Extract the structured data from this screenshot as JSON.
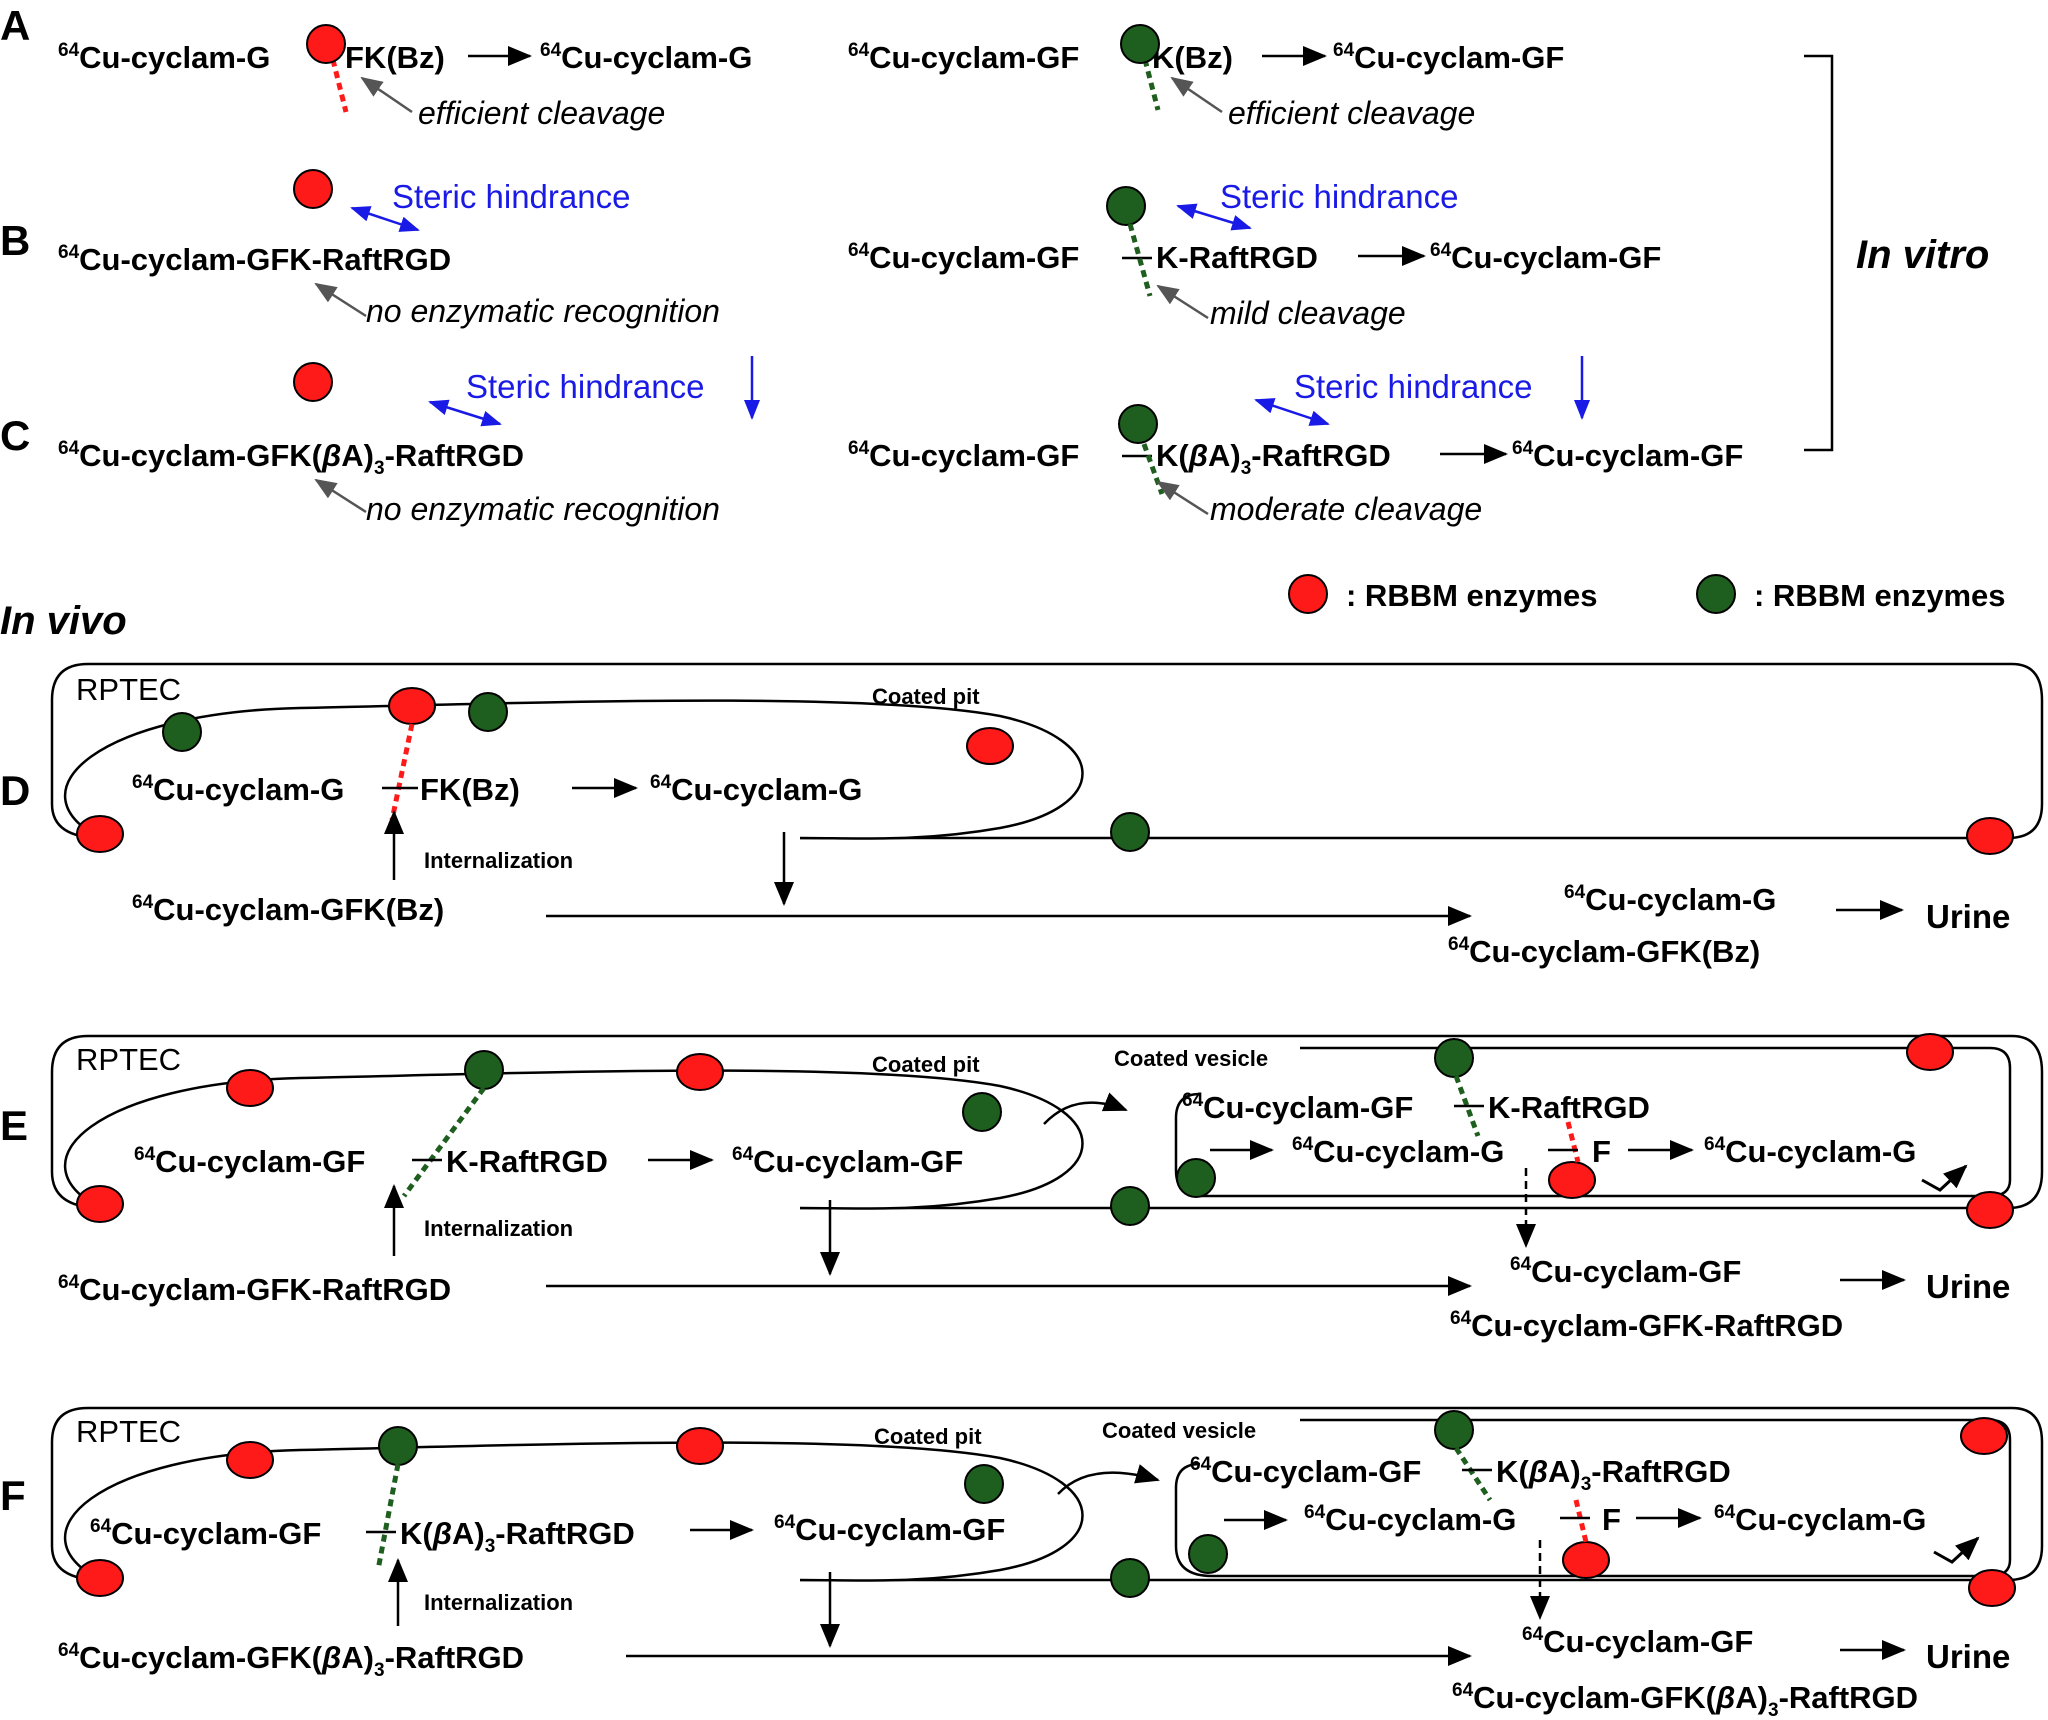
{
  "panels": {
    "A": "A",
    "B": "B",
    "C": "C",
    "D": "D",
    "E": "E",
    "F": "F"
  },
  "iso": "64",
  "cu": "Cu-cyclam-",
  "sub3": "3",
  "beta": "β",
  "sections": {
    "in_vitro": "In vitro",
    "in_vivo": "In vivo"
  },
  "notes": {
    "efficient": "efficient cleavage",
    "no_recog": "no enzymatic recognition",
    "mild": "mild cleavage",
    "moderate": "moderate cleavage",
    "steric": "Steric hindrance"
  },
  "frags": {
    "G": "G",
    "GF": "GF",
    "FKBz": "FK(Bz)",
    "KBz": "K(Bz)",
    "GFKBz": "GFK(Bz)",
    "GFKRaft": "GFK-RaftRGD",
    "KRaft": "K-RaftRGD",
    "F": "F",
    "GFK": "GFK(",
    "K": "K(",
    "Araft": "A)",
    "raftRGD": "-RaftRGD"
  },
  "legend": {
    "red": ": RBBM enzymes",
    "green": ": RBBM enzymes"
  },
  "labels": {
    "rptec": "RPTEC",
    "pit": "Coated pit",
    "vesicle": "Coated vesicle",
    "intern": "Internalization",
    "urine": "Urine"
  },
  "colors": {
    "red": "#ff1a1a",
    "green": "#1e5e1e",
    "blue": "#1a1ae6",
    "arrow": "#555555"
  }
}
